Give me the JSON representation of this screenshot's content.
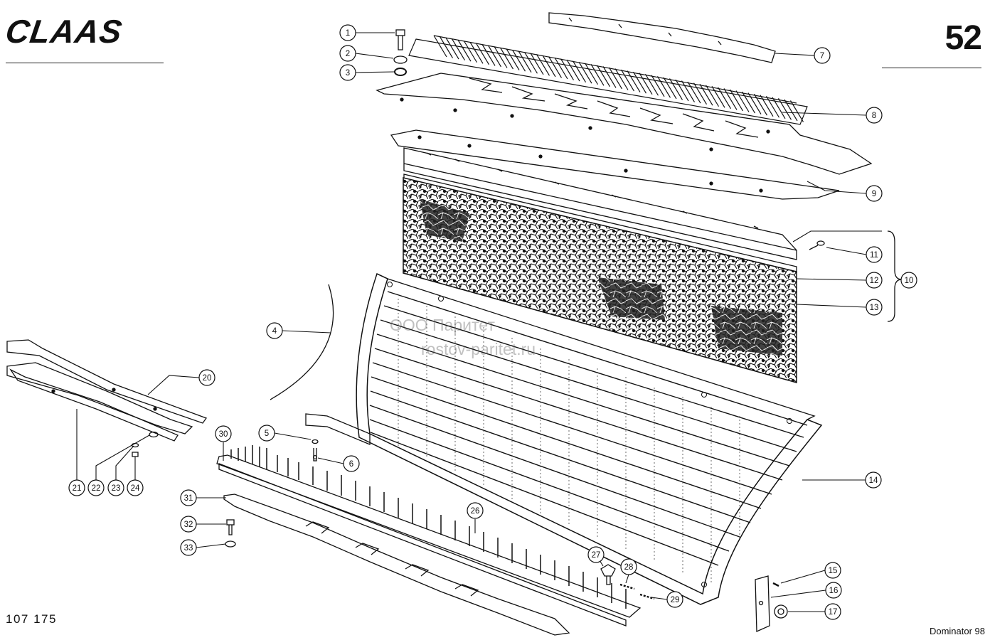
{
  "header": {
    "brand": "CLAAS",
    "page_number": "52"
  },
  "footer": {
    "drawing_number": "107 175",
    "model": "Dominator 98"
  },
  "watermark": {
    "line1": "ООО Паритет",
    "line2": "rostov-paritet.ru"
  },
  "callouts": [
    "1",
    "2",
    "3",
    "4",
    "5",
    "6",
    "7",
    "8",
    "9",
    "10",
    "11",
    "12",
    "13",
    "14",
    "15",
    "16",
    "17",
    "20",
    "21",
    "22",
    "23",
    "24",
    "26",
    "27",
    "28",
    "29",
    "30",
    "31",
    "32",
    "33"
  ],
  "colors": {
    "ink": "#111111",
    "paper": "#ffffff"
  }
}
